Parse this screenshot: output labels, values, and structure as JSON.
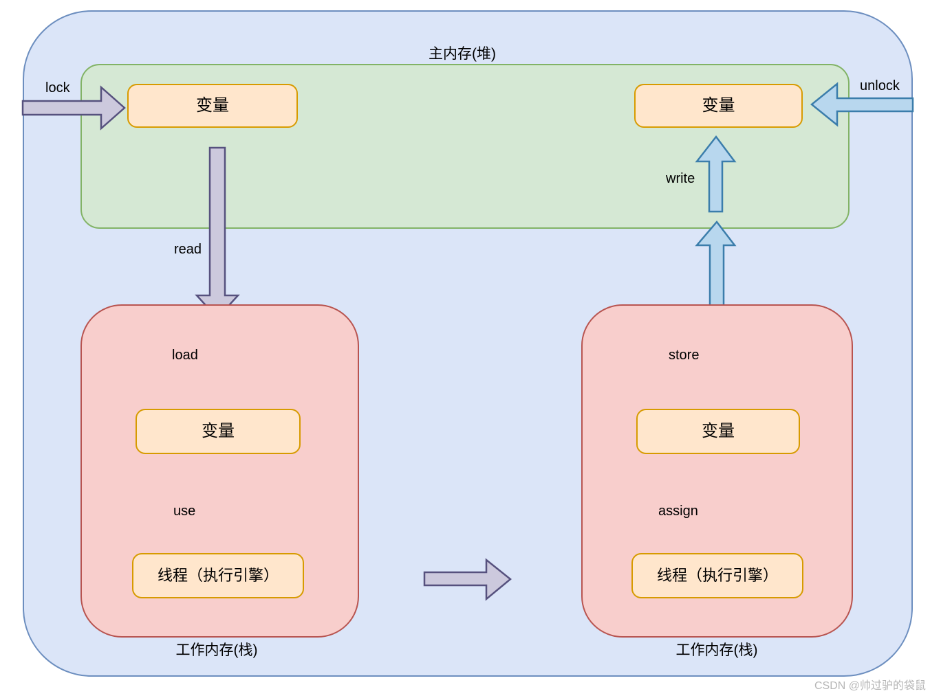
{
  "colors": {
    "outer_fill": "#dbe5f8",
    "outer_stroke": "#6c8ebf",
    "green_fill": "#d5e8d4",
    "green_stroke": "#82b366",
    "red_fill": "#f8cecc",
    "red_stroke": "#b85450",
    "box_fill": "#ffe6cc",
    "box_stroke": "#d79b00",
    "purple_arrow_fill": "#ccc9dd",
    "purple_arrow_stroke": "#56517e",
    "blue_arrow_fill": "#b8d7ee",
    "blue_arrow_stroke": "#3b7dab",
    "watermark_color": "#b3b3b3"
  },
  "main_memory": {
    "title": "主内存(堆)",
    "left_variable": "变量",
    "right_variable": "变量"
  },
  "left_working_memory": {
    "caption": "工作内存(栈)",
    "variable": "变量",
    "thread": "线程（执行引擎）"
  },
  "right_working_memory": {
    "caption": "工作内存(栈)",
    "variable": "变量",
    "thread": "线程（执行引擎）"
  },
  "operations": {
    "lock": "lock",
    "unlock": "unlock",
    "read": "read",
    "load": "load",
    "use": "use",
    "store": "store",
    "write": "write",
    "assign": "assign"
  },
  "watermark": "CSDN @帅过驴的袋鼠"
}
